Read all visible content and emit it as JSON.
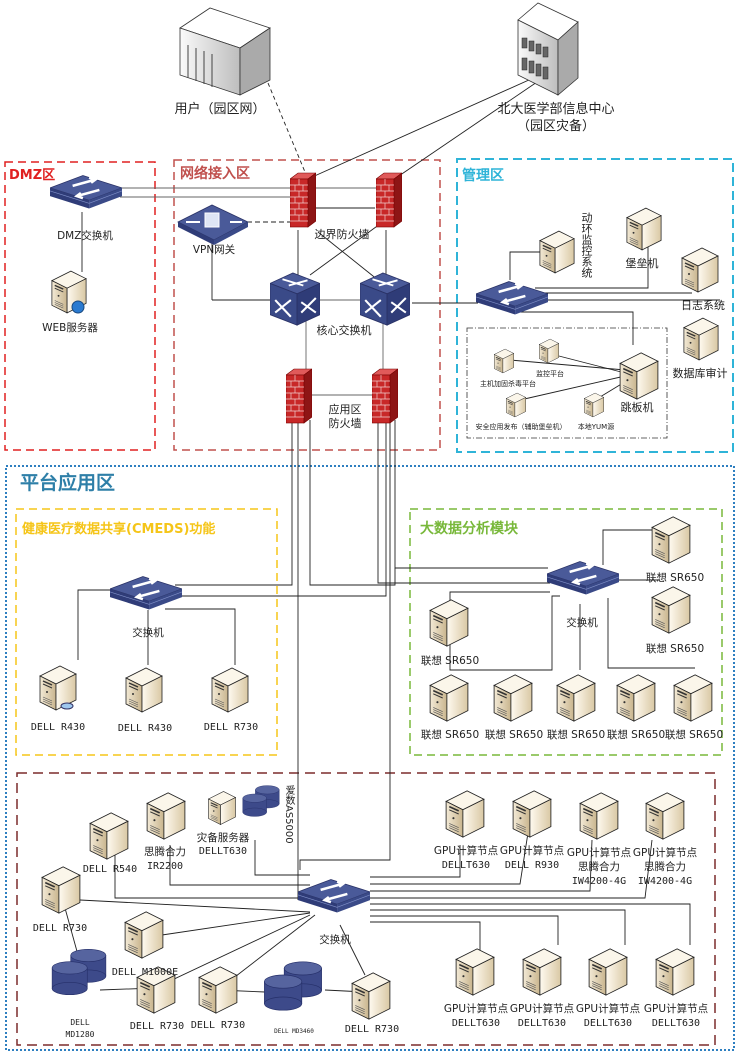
{
  "external": {
    "user_site": "用户（园区网）",
    "info_center_line1": "北大医学部信息中心",
    "info_center_line2": "（园区灾备）"
  },
  "zones": {
    "dmz": {
      "title": "DMZ区",
      "color": "#e02020"
    },
    "access": {
      "title": "网络接入区",
      "color": "#c0504d"
    },
    "mgmt": {
      "title": "管理区",
      "color": "#2fb4d8"
    },
    "platform": {
      "title": "平台应用区",
      "color": "#2e7fc0"
    },
    "cmeds": {
      "title": "健康医疗数据共享(CMEDS)功能",
      "color": "#f5c518"
    },
    "bigdata": {
      "title": "大数据分析模块",
      "color": "#78b83a"
    },
    "compute": {
      "title": "",
      "color": "#7b2c2c"
    }
  },
  "dmz": {
    "switch": "DMZ交换机",
    "web_server": "WEB服务器"
  },
  "access": {
    "vpn": "VPN网关",
    "border_fw": "边界防火墙",
    "core_switch": "核心交换机",
    "app_fw_line1": "应用区",
    "app_fw_line2": "防火墙"
  },
  "mgmt": {
    "env_monitor": "动环监控系统",
    "bastion": "堡垒机",
    "log_system": "日志系统",
    "db_audit": "数据库审计",
    "jump_host": "跳板机",
    "host_av": "主机加固杀毒平台",
    "monitor_platform": "监控平台",
    "secure_app": "安全应用发布（辅助堡垒机）",
    "local_yum": "本地YUM源"
  },
  "cmeds": {
    "switch": "交换机",
    "servers": [
      "DELL R430",
      "DELL R430",
      "DELL R730"
    ]
  },
  "bigdata": {
    "switch": "交换机",
    "servers": [
      "联想 SR650",
      "联想 SR650",
      "联想 SR650",
      "联想 SR650",
      "联想 SR650",
      "联想 SR650",
      "联想 SR650",
      "联想 SR650"
    ]
  },
  "compute": {
    "switch": "交换机",
    "dell_r540": "DELL R540",
    "sitengheli_line1": "思腾合力",
    "sitengheli_line2": "IR2200",
    "backup_line1": "灾备服务器",
    "backup_line2": "DELLT630",
    "aishu": "爱数AS5000",
    "dell_r730_left": "DELL R730",
    "dell_m1000e": "DELL M1000E",
    "md1280_line1": "DELL",
    "md1280_line2": "MD1280",
    "r730_a": "DELL R730",
    "r730_b": "DELL R730",
    "md3460": "DELL MD3460",
    "r730_c": "DELL R730",
    "gpu_top": [
      {
        "line1": "GPU计算节点",
        "line2": "DELLT630",
        "line3": ""
      },
      {
        "line1": "GPU计算节点",
        "line2": "DELL R930",
        "line3": ""
      },
      {
        "line1": "GPU计算节点",
        "line2": "思腾合力",
        "line3": "IW4200-4G"
      },
      {
        "line1": "GPU计算节点",
        "line2": "思腾合力",
        "line3": "IW4200-4G"
      }
    ],
    "gpu_bottom": [
      {
        "line1": "GPU计算节点",
        "line2": "DELLT630"
      },
      {
        "line1": "GPU计算节点",
        "line2": "DELLT630"
      },
      {
        "line1": "GPU计算节点",
        "line2": "DELLT630"
      },
      {
        "line1": "GPU计算节点",
        "line2": "DELLT630"
      }
    ]
  }
}
